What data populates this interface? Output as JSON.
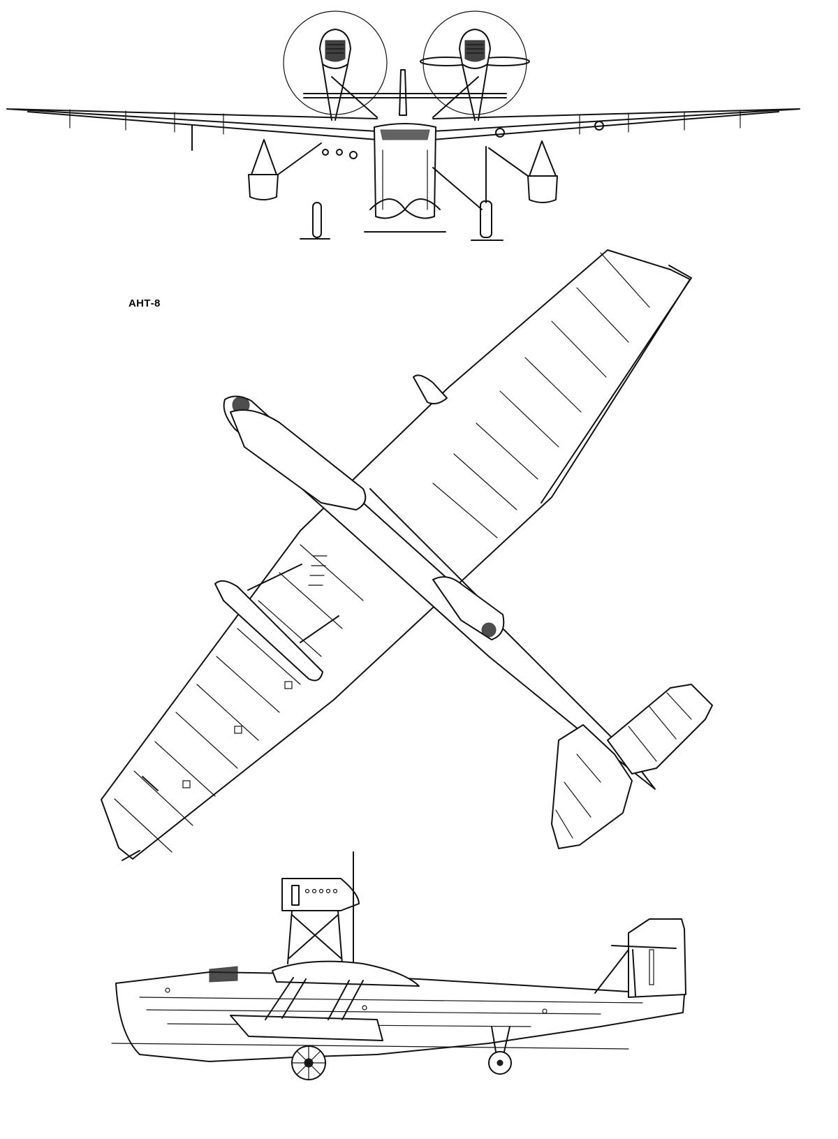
{
  "title": "АНТ-8",
  "views": {
    "front": "front-view",
    "plan": "plan-view",
    "side": "side-view"
  }
}
